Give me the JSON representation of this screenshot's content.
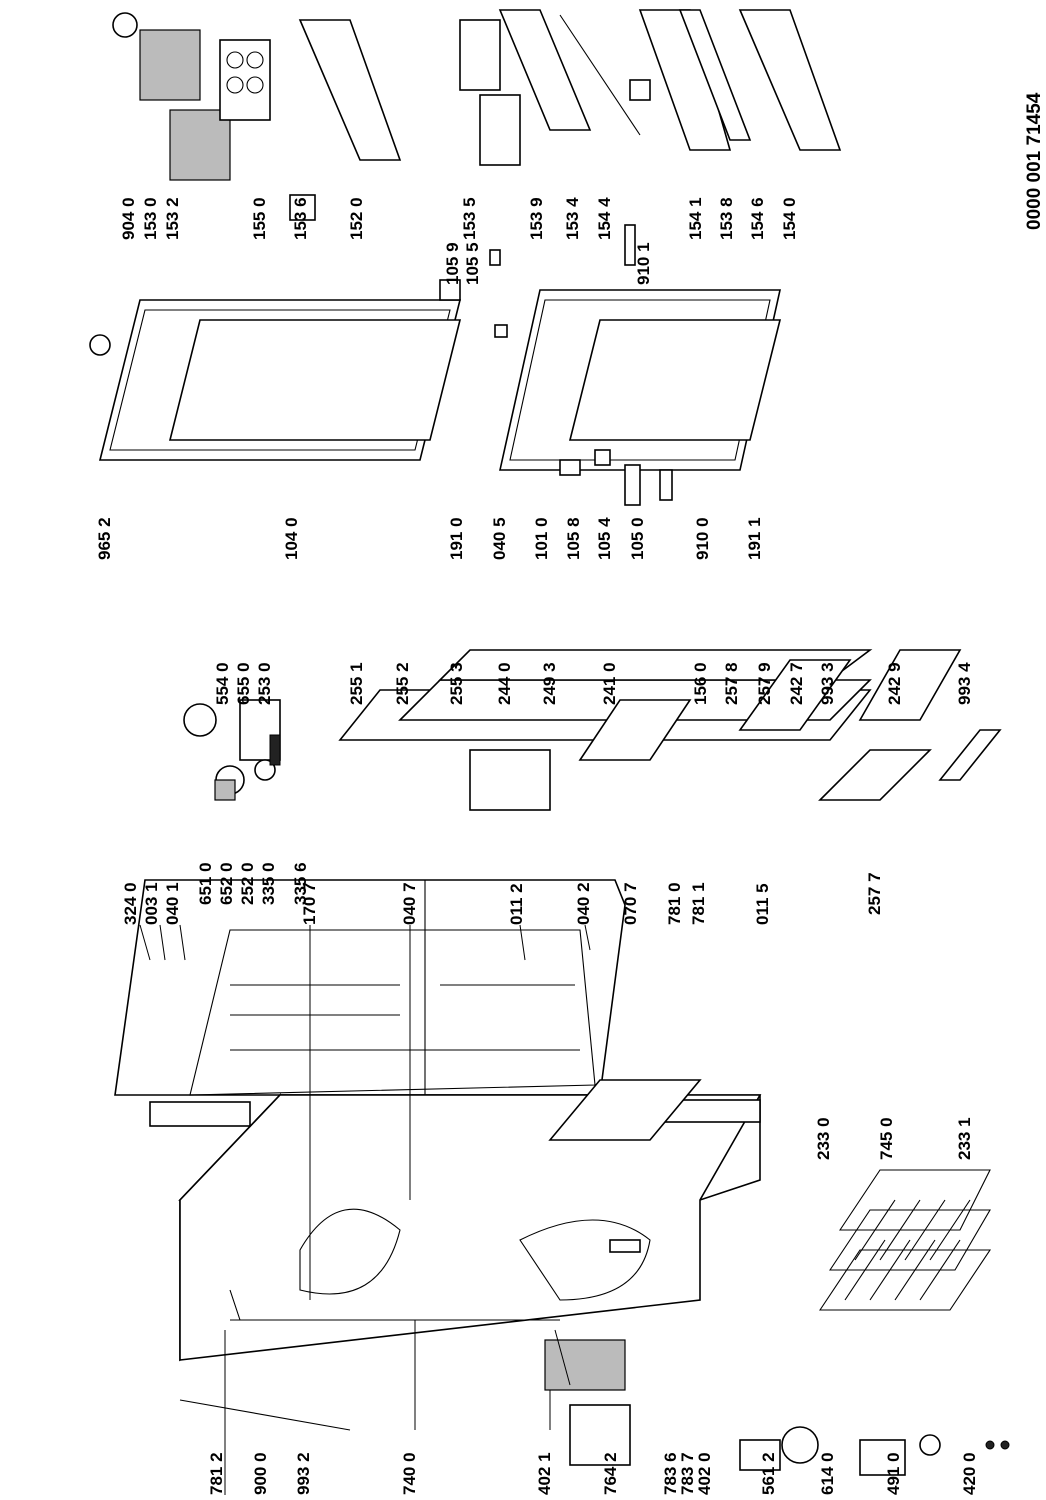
{
  "document": {
    "code": "0000 001 71454"
  },
  "columns": {
    "col1": [
      "781 2",
      "900 0",
      "993 2",
      "740 0",
      "402 1",
      "764 2",
      "783 6",
      "783 7",
      "402 0",
      "561 2",
      "614 0",
      "491 0",
      "420 0"
    ],
    "col2a": [
      "324 0",
      "003 1",
      "040 1",
      "170 7",
      "040 7",
      "011 2",
      "040 2",
      "070 7",
      "781 0",
      "781 1",
      "011 5"
    ],
    "col2b": [
      "233 0",
      "745 0",
      "233 1"
    ],
    "col3": [
      "651 0",
      "652 0",
      "252 0",
      "335 0",
      "335 6",
      "554 0",
      "655 0",
      "253 0",
      "255 1",
      "255 2",
      "255 3",
      "244 0",
      "249 3",
      "241 0",
      "156 0",
      "257 8",
      "257 9",
      "242 7",
      "993 3",
      "242 9",
      "993 4",
      "257 7"
    ],
    "col4": [
      "965 2",
      "104 0",
      "191 0",
      "040 5",
      "101 0",
      "105 8",
      "105 4",
      "105 0",
      "910 0",
      "191 1",
      "105 9",
      "105 5",
      "910 1"
    ],
    "col5": [
      "904 0",
      "153 0",
      "153 2",
      "155 0",
      "153 6",
      "152 0",
      "153 5",
      "153 9",
      "153 4",
      "154 4",
      "154 1",
      "153 8",
      "154 6",
      "154 0"
    ]
  }
}
